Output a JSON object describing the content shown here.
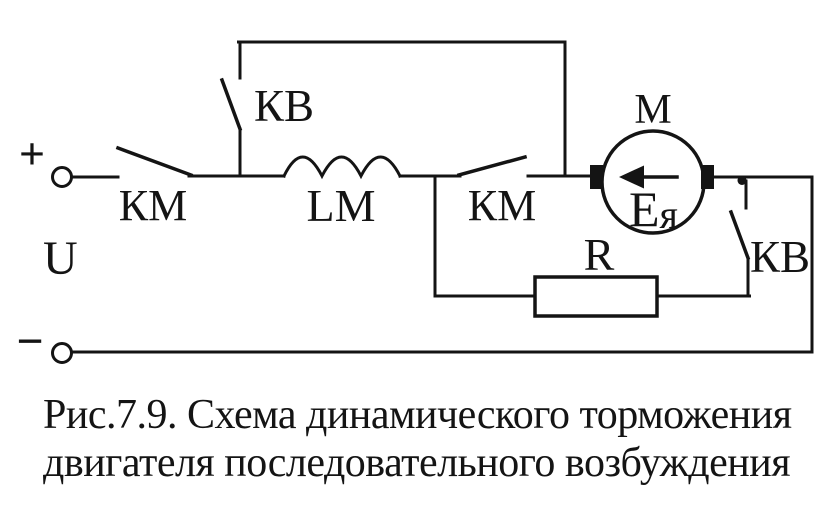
{
  "page": {
    "background": "#ffffff",
    "ink": "#141414"
  },
  "diagram": {
    "type": "electrical-schematic",
    "supply": {
      "plus": "+",
      "minus": "−",
      "voltage_label": "U"
    },
    "switches": [
      {
        "id": "km-line-contactor",
        "label": "КМ"
      },
      {
        "id": "kv-braking-top",
        "label": "КВ"
      },
      {
        "id": "km-motor-contactor",
        "label": "КМ"
      },
      {
        "id": "kv-braking-right",
        "label": "КВ"
      }
    ],
    "inductor": {
      "label": "LM"
    },
    "motor": {
      "label": "M",
      "emf_base": "Е",
      "emf_sub": "я"
    },
    "resistor": {
      "label": "R"
    }
  },
  "caption": {
    "line1": "Рис.7.9. Схема динамического торможения",
    "line2": "двигателя последовательного возбуждения"
  }
}
